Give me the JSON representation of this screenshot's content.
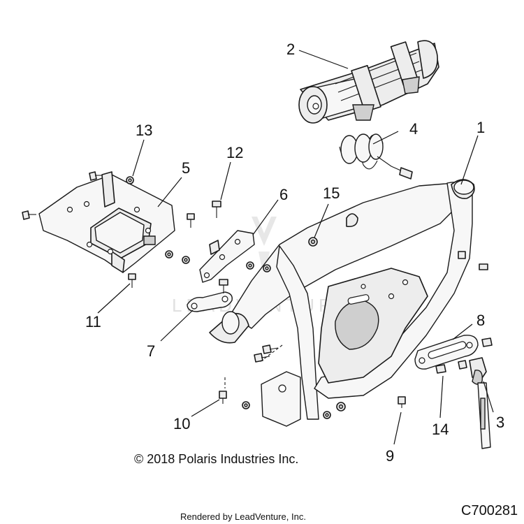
{
  "watermark": {
    "text": "LEADVENTURE"
  },
  "callouts": [
    {
      "id": "1",
      "label": "1"
    },
    {
      "id": "2",
      "label": "2"
    },
    {
      "id": "3",
      "label": "3"
    },
    {
      "id": "4",
      "label": "4"
    },
    {
      "id": "5",
      "label": "5"
    },
    {
      "id": "6",
      "label": "6"
    },
    {
      "id": "7",
      "label": "7"
    },
    {
      "id": "8",
      "label": "8"
    },
    {
      "id": "9",
      "label": "9"
    },
    {
      "id": "10",
      "label": "10"
    },
    {
      "id": "11",
      "label": "11"
    },
    {
      "id": "12",
      "label": "12"
    },
    {
      "id": "13",
      "label": "13"
    },
    {
      "id": "14",
      "label": "14"
    },
    {
      "id": "15",
      "label": "15"
    }
  ],
  "footer": {
    "copyright": "© 2018 Polaris Industries Inc.",
    "rendered_by": "Rendered by LeadVenture, Inc.",
    "diagram_id": "C700281"
  }
}
